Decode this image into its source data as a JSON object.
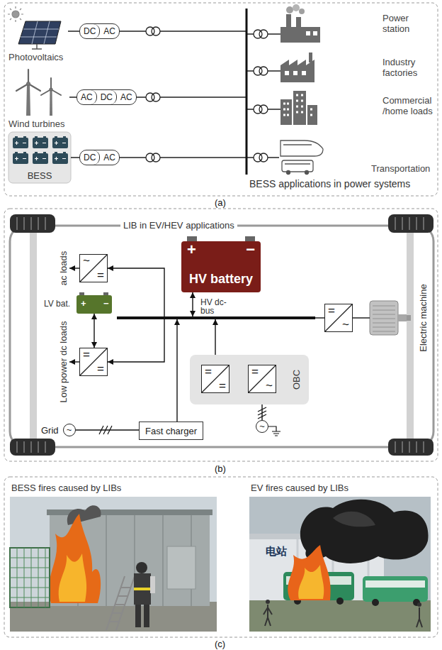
{
  "diagram": {
    "nodes": [
      {
        "text": [
          "Photovoltaics"
        ]
      },
      {
        "text": [
          "DC",
          "AC"
        ]
      },
      {
        "text": [
          "Wind turbines"
        ]
      },
      {
        "text": [
          "AC",
          "DC",
          "AC"
        ]
      },
      {
        "text": [
          "BESS"
        ]
      },
      {
        "text": [
          "DC",
          "AC"
        ]
      },
      {
        "text": [
          "Power station"
        ]
      },
      {
        "text": [
          "Industry factories"
        ]
      },
      {
        "text": [
          "Commercial /home loads"
        ]
      },
      {
        "text": [
          "Transportation"
        ]
      },
      {
        "text": [
          "ac loads"
        ]
      },
      {
        "text": [
          "~",
          "="
        ]
      },
      {
        "text": [
          "+",
          "−",
          "HV battery"
        ]
      },
      {
        "text": [
          "LV bat.",
          "+",
          "−"
        ]
      },
      {
        "text": [
          "HV dc-bus"
        ]
      },
      {
        "text": [
          "Low power dc loads"
        ]
      },
      {
        "text": [
          "=",
          "="
        ]
      },
      {
        "text": [
          "=",
          "~"
        ]
      },
      {
        "text": [
          "Electric machine"
        ]
      },
      {
        "text": [
          "OBC"
        ]
      },
      {
        "text": [
          "=",
          "="
        ],
        "in": 19
      },
      {
        "text": [
          "=",
          "~"
        ],
        "in": 19
      },
      {
        "text": [
          "Grid",
          "~"
        ]
      },
      {
        "text": [
          "Fast charger"
        ]
      },
      {
        "text": [
          "~"
        ]
      }
    ],
    "edges": [
      {
        "from": 0,
        "to": 1,
        "arrow": "none"
      },
      {
        "from": 2,
        "to": 3,
        "arrow": "none"
      },
      {
        "from": 4,
        "to": 5,
        "arrow": "none"
      },
      {
        "from": 12,
        "to": 14,
        "arrow": "both"
      },
      {
        "from": 14,
        "to": 11,
        "arrow": "to"
      },
      {
        "from": 11,
        "to": 10,
        "arrow": "to"
      },
      {
        "from": 14,
        "to": 16,
        "arrow": "to"
      },
      {
        "from": 16,
        "to": 15,
        "arrow": "to"
      },
      {
        "from": 13,
        "to": 16,
        "arrow": "both"
      },
      {
        "from": 14,
        "to": 17,
        "arrow": "none"
      },
      {
        "from": 17,
        "to": 18,
        "arrow": "none"
      },
      {
        "from": 24,
        "to": 21,
        "arrow": "to"
      },
      {
        "from": 21,
        "to": 20,
        "arrow": "to"
      },
      {
        "from": 20,
        "to": 14,
        "arrow": "to"
      },
      {
        "from": 22,
        "to": 23,
        "arrow": "none"
      },
      {
        "from": 23,
        "to": 14,
        "arrow": "to"
      }
    ],
    "labels": [
      "BESS applications in power systems",
      "(a)",
      "LIB in EV/HEV applications",
      "(b)",
      "BESS fires caused by LIBs",
      "EV fires caused by LIBs",
      "电站",
      "(c)"
    ]
  }
}
